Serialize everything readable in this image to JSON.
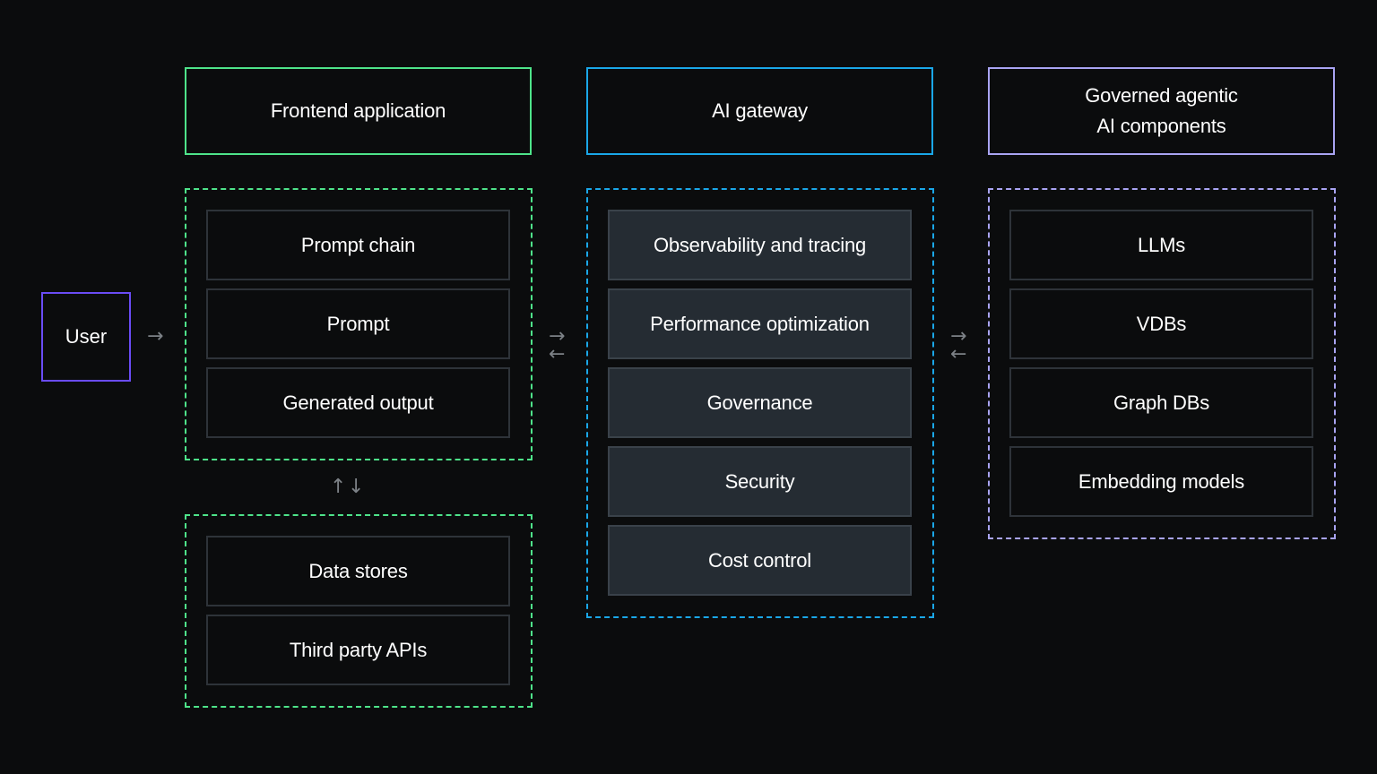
{
  "user": {
    "label": "User"
  },
  "colors": {
    "frontend": "#4ee48a",
    "gateway": "#1aa7e8",
    "governed": "#a9a4f2",
    "user": "#6a4cf5",
    "item_fill": "#252c33",
    "background": "#0b0c0d"
  },
  "arrows": {
    "user_to_frontend": "→",
    "frontend_gateway_right": "→",
    "frontend_gateway_left": "←",
    "gateway_governed_right": "→",
    "gateway_governed_left": "←",
    "up": "↑",
    "down": "↓"
  },
  "frontend": {
    "title": "Frontend application",
    "items": [
      "Prompt chain",
      "Prompt",
      "Generated output"
    ],
    "data_items": [
      "Data stores",
      "Third party APIs"
    ]
  },
  "gateway": {
    "title": "AI gateway",
    "items": [
      "Observability and tracing",
      "Performance optimization",
      "Governance",
      "Security",
      "Cost control"
    ]
  },
  "governed": {
    "title_line1": "Governed agentic",
    "title_line2": "AI components",
    "items": [
      "LLMs",
      "VDBs",
      "Graph DBs",
      "Embedding models"
    ]
  }
}
